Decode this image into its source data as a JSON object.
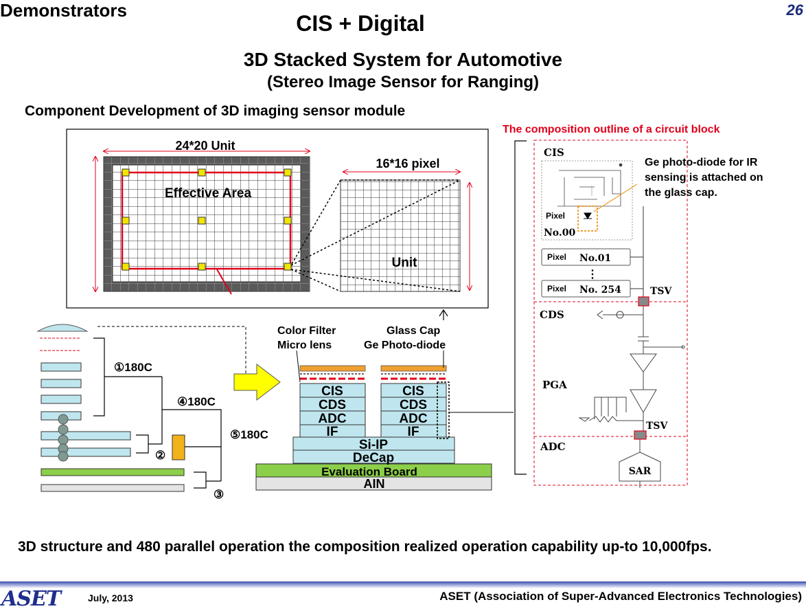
{
  "header": {
    "section": "Demonstrators",
    "page_number": "26"
  },
  "title": "CIS + Digital",
  "subtitle": {
    "line1": "3D Stacked System for Automotive",
    "line2": "(Stereo Image Sensor for Ranging)"
  },
  "section_heading": "Component Development of 3D imaging sensor module",
  "sensor_diagram": {
    "unit_label": "24*20 Unit",
    "effective_area": "Effective Area",
    "pixel_label": "16*16 pixel",
    "unit": "Unit"
  },
  "stack_diagram": {
    "color_filter": "Color Filter",
    "micro_lens": "Micro lens",
    "glass_cap": "Glass Cap",
    "ge_photodiode": "Ge Photo-diode",
    "layers": [
      "CIS",
      "CDS",
      "ADC",
      "IF"
    ],
    "si_ip": "Si-IP",
    "decap": "DeCap",
    "eval_board": "Evaluation Board",
    "ain": "AIN"
  },
  "process_steps": {
    "step1": "①180C",
    "step2": "②",
    "step3": "③",
    "step4": "④180C",
    "step5": "⑤180C"
  },
  "circuit_block": {
    "title": "The composition outline of a circuit block",
    "cis": "CIS",
    "ge_note": [
      "Ge photo-diode for IR",
      "sensing is attached on",
      "the glass cap."
    ],
    "pixel": "Pixel",
    "no00": "No.00",
    "no01": "No.01",
    "no254": "No. 254",
    "tsv": "TSV",
    "cds": "CDS",
    "pga": "PGA",
    "adc": "ADC",
    "sar": "SAR",
    "ellipsis": "⋮"
  },
  "bottom_message": "3D structure and 480 parallel operation the composition realized operation capability up-to 10,000fps.",
  "footer": {
    "logo": "ASET",
    "date": "July, 2013",
    "org": "ASET (Association of Super-Advanced Electronics Technologies)"
  },
  "colors": {
    "accent_red": "#e0001a",
    "yellow_pad": "#f2e600",
    "layer_blue": "#bfe6ee",
    "board_green": "#8ccf4a",
    "orange": "#f0a030",
    "arrow_yellow": "#ffff00"
  }
}
